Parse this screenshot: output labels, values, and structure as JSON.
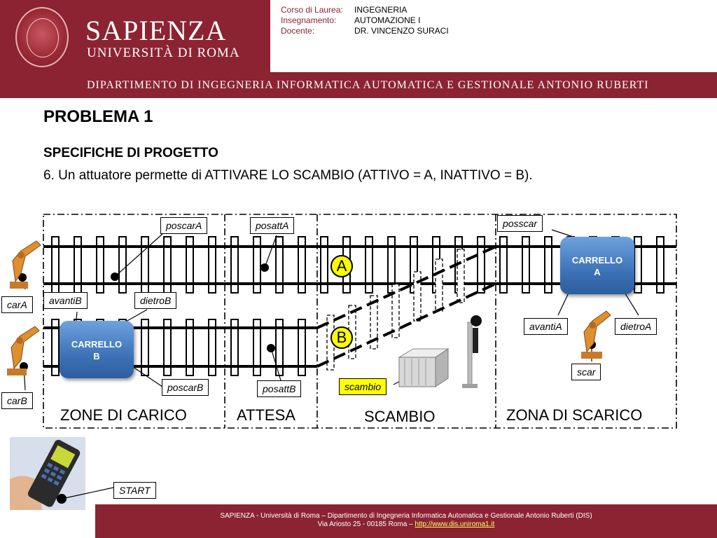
{
  "header": {
    "university_name": "SAPIENZA",
    "university_sub": "UNIVERSITÀ DI ROMA",
    "meta": [
      {
        "key": "Corso di Laurea:",
        "value": "INGEGNERIA"
      },
      {
        "key": "Insegnamento:",
        "value": "AUTOMAZIONE I"
      },
      {
        "key": "Docente:",
        "value": "DR. VINCENZO SURACI"
      }
    ],
    "department": "DIPARTIMENTO DI INGEGNERIA INFORMATICA AUTOMATICA E GESTIONALE ANTONIO RUBERTI"
  },
  "content": {
    "title": "PROBLEMA 1",
    "subtitle": "SPECIFICHE DI PROGETTO",
    "spec": "6. Un attuatore permette di ATTIVARE LO SCAMBIO (ATTIVO = A, INATTIVO = B)."
  },
  "diagram": {
    "labels": {
      "poscarA": "poscarA",
      "posattA": "posattA",
      "posscar": "posscar",
      "carA": "carA",
      "avantiB": "avantiB",
      "dietroB": "dietroB",
      "avantiA": "avantiA",
      "dietroA": "dietroA",
      "scar": "scar",
      "carB": "carB",
      "poscarB": "poscarB",
      "posattB": "posattB",
      "scambio": "scambio",
      "start": "START"
    },
    "carts": {
      "a_line1": "CARRELLO",
      "a_line2": "A",
      "b_line1": "CARRELLO",
      "b_line2": "B"
    },
    "switch_positions": {
      "a": "A",
      "b": "B"
    },
    "zones": {
      "carico": "ZONE DI CARICO",
      "attesa": "ATTESA",
      "scambio": "SCAMBIO",
      "scarico": "ZONA DI SCARICO"
    }
  },
  "footer": {
    "line1": "SAPIENZA - Università di Roma – Dipartimento di Ingegneria Informatica Automatica e Gestionale Antonio Ruberti (DIS)",
    "line2_prefix": "Via Ariosto 25 - 00185 Roma – ",
    "link": "http://www.dis.uniroma1.it"
  },
  "colors": {
    "brand": "#8b2332",
    "cart": "#3d72b8",
    "highlight": "#ffff00"
  }
}
